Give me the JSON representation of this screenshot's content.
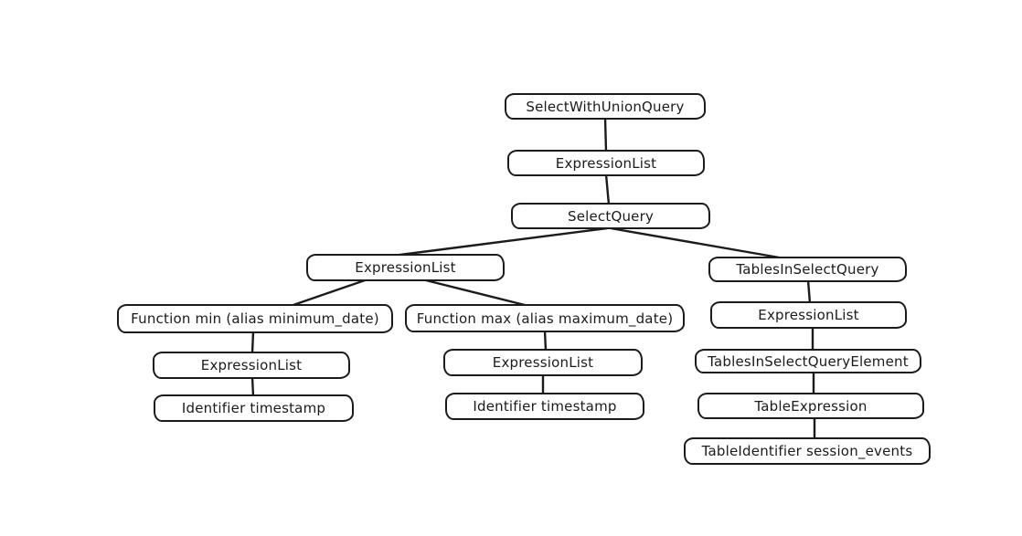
{
  "diagram": {
    "type": "tree",
    "nodes": [
      {
        "label": "SelectWithUnionQuery"
      },
      {
        "label": "ExpressionList"
      },
      {
        "label": "SelectQuery"
      },
      {
        "label": "ExpressionList"
      },
      {
        "label": "Function min (alias minimum_date)"
      },
      {
        "label": "ExpressionList"
      },
      {
        "label": "Identifier timestamp"
      },
      {
        "label": "Function max (alias maximum_date)"
      },
      {
        "label": "ExpressionList"
      },
      {
        "label": "Identifier timestamp"
      },
      {
        "label": "TablesInSelectQuery"
      },
      {
        "label": "ExpressionList"
      },
      {
        "label": "TablesInSelectQueryElement"
      },
      {
        "label": "TableExpression"
      },
      {
        "label": "TableIdentifier session_events"
      }
    ],
    "edges": [
      [
        0,
        1
      ],
      [
        1,
        2
      ],
      [
        2,
        3
      ],
      [
        2,
        10
      ],
      [
        3,
        4
      ],
      [
        3,
        7
      ],
      [
        4,
        5
      ],
      [
        5,
        6
      ],
      [
        7,
        8
      ],
      [
        8,
        9
      ],
      [
        10,
        11
      ],
      [
        11,
        12
      ],
      [
        12,
        13
      ],
      [
        13,
        14
      ]
    ],
    "colors": {
      "stroke": "#1b1b1b",
      "node_fill": "#ffffff",
      "background": "#ffffff"
    }
  }
}
